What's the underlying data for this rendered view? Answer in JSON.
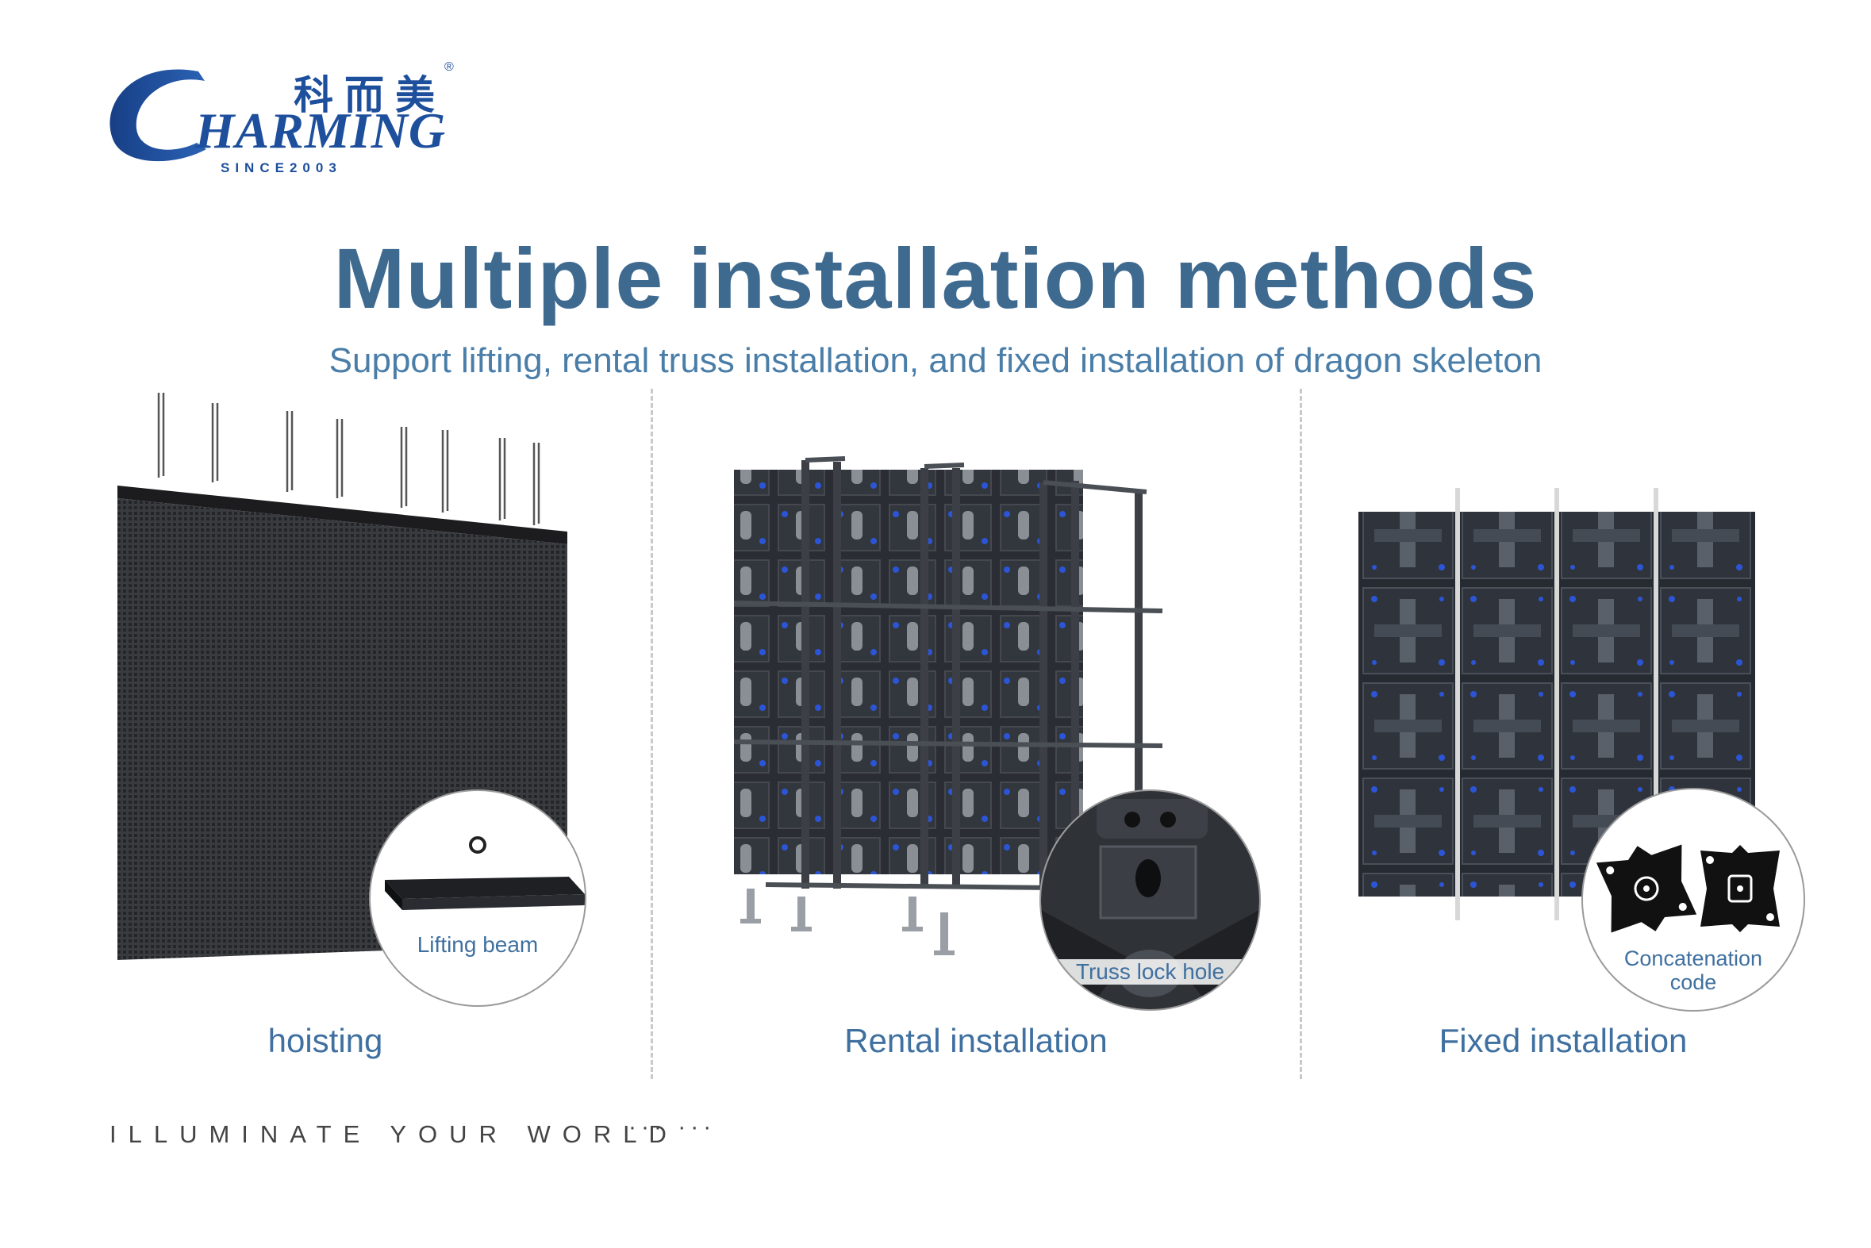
{
  "brand": {
    "name": "CHARMING",
    "chinese": "科而美",
    "registered": "®",
    "since": "SINCE2003",
    "color": "#1d4f9c"
  },
  "heading": {
    "title": "Multiple installation methods",
    "subtitle": "Support lifting, rental truss installation, and fixed installation of dragon skeleton"
  },
  "methods": [
    {
      "caption": "hoisting",
      "detail_label": "Lifting beam"
    },
    {
      "caption": "Rental installation",
      "detail_label": "Truss lock hole"
    },
    {
      "caption": "Fixed installation",
      "detail_label_line1": "Concatenation",
      "detail_label_line2": "code"
    }
  ],
  "footer": {
    "slogan": "ILLUMINATE YOUR WORLD",
    "dots": "··· ···"
  },
  "colors": {
    "title": "#3f6a90",
    "subtitle": "#4a7ea8",
    "caption": "#3f70a0",
    "panel_dark": "#2a2d33"
  }
}
